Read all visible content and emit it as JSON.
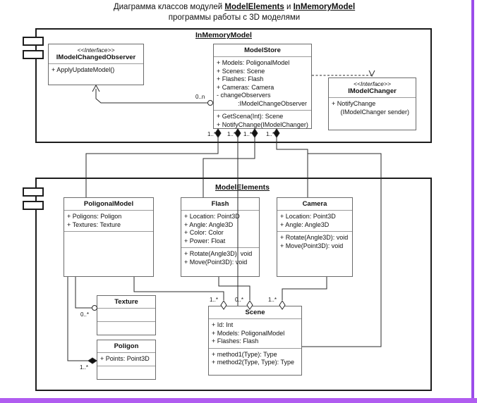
{
  "title": {
    "line1_pre": "Диаграмма классов модулей ",
    "line1_a": "ModelElements",
    "line1_mid": " и ",
    "line1_b": "InMemoryModel",
    "line2": "программы работы с 3D моделями"
  },
  "colors": {
    "frame_accent": "#9b4dea",
    "frame_accent_bottom": "#b05cf0",
    "package_border": "#1d1d1d",
    "class_border": "#6b6b6b",
    "text": "#111111"
  },
  "packages": [
    {
      "name": "InMemoryModel",
      "label": "InMemoryModel"
    },
    {
      "name": "ModelElements",
      "label": "ModelElements"
    }
  ],
  "classes": {
    "imodel_changed_observer": {
      "stereotype": "<<Interface>>",
      "name": "IModelChangedObserver",
      "attributes": [],
      "operations": [
        "+ ApplyUpdateModel()"
      ]
    },
    "model_store": {
      "stereotype": "",
      "name": "ModelStore",
      "attributes": [
        "+ Models: PoligonalModel",
        "+ Scenes: Scene",
        "+ Flashes: Flash",
        "+ Cameras: Camera",
        "- changeObservers",
        "            :IModelChangeObserver"
      ],
      "operations": [
        "+ GetScena(Int): Scene",
        "+ NotifyChange(IModelChanger)"
      ]
    },
    "imodel_changer": {
      "stereotype": "<<Interface>>",
      "name": "IModelChanger",
      "attributes": [],
      "operations": [
        "+ NotifyChange",
        "     (IModelChanger sender)"
      ]
    },
    "poligonal_model": {
      "stereotype": "",
      "name": "PoligonalModel",
      "attributes": [
        "+ Poligons: Poligon",
        "+ Textures: Texture"
      ],
      "operations": []
    },
    "flash": {
      "stereotype": "",
      "name": "Flash",
      "attributes": [
        "+ Location: Point3D",
        "+ Angle: Angle3D",
        "+ Color: Color",
        "+ Power: Float"
      ],
      "operations": [
        "+ Rotate(Angle3D): void",
        "+ Move(Point3D): void"
      ]
    },
    "camera": {
      "stereotype": "",
      "name": "Camera",
      "attributes": [
        "+ Location: Point3D",
        "+ Angle: Angle3D"
      ],
      "operations": [
        "+ Rotate(Angle3D): void",
        "+ Move(Point3D): void"
      ]
    },
    "texture": {
      "stereotype": "",
      "name": "Texture",
      "attributes": [],
      "operations": []
    },
    "poligon": {
      "stereotype": "",
      "name": "Poligon",
      "attributes": [
        "+ Points: Point3D"
      ],
      "operations": []
    },
    "scene": {
      "stereotype": "",
      "name": "Scene",
      "attributes": [
        "+ Id: Int",
        "+ Models: PoligonalModel",
        "+ Flashes: Flash"
      ],
      "operations": [
        "+ method1(Type): Type",
        "+ method2(Type, Type): Type"
      ]
    }
  },
  "multiplicities": {
    "observer_0n": "0..n",
    "store_models": "1..*",
    "store_scenes": "1..*",
    "store_flashes": "1..*",
    "store_cameras": "1..*",
    "texture_0star": "0..*",
    "poligon_1star": "1..*",
    "scene_models_1star": "1..*",
    "scene_flashes_0star": "0..*",
    "scene_cameras_1star": "1..*"
  }
}
